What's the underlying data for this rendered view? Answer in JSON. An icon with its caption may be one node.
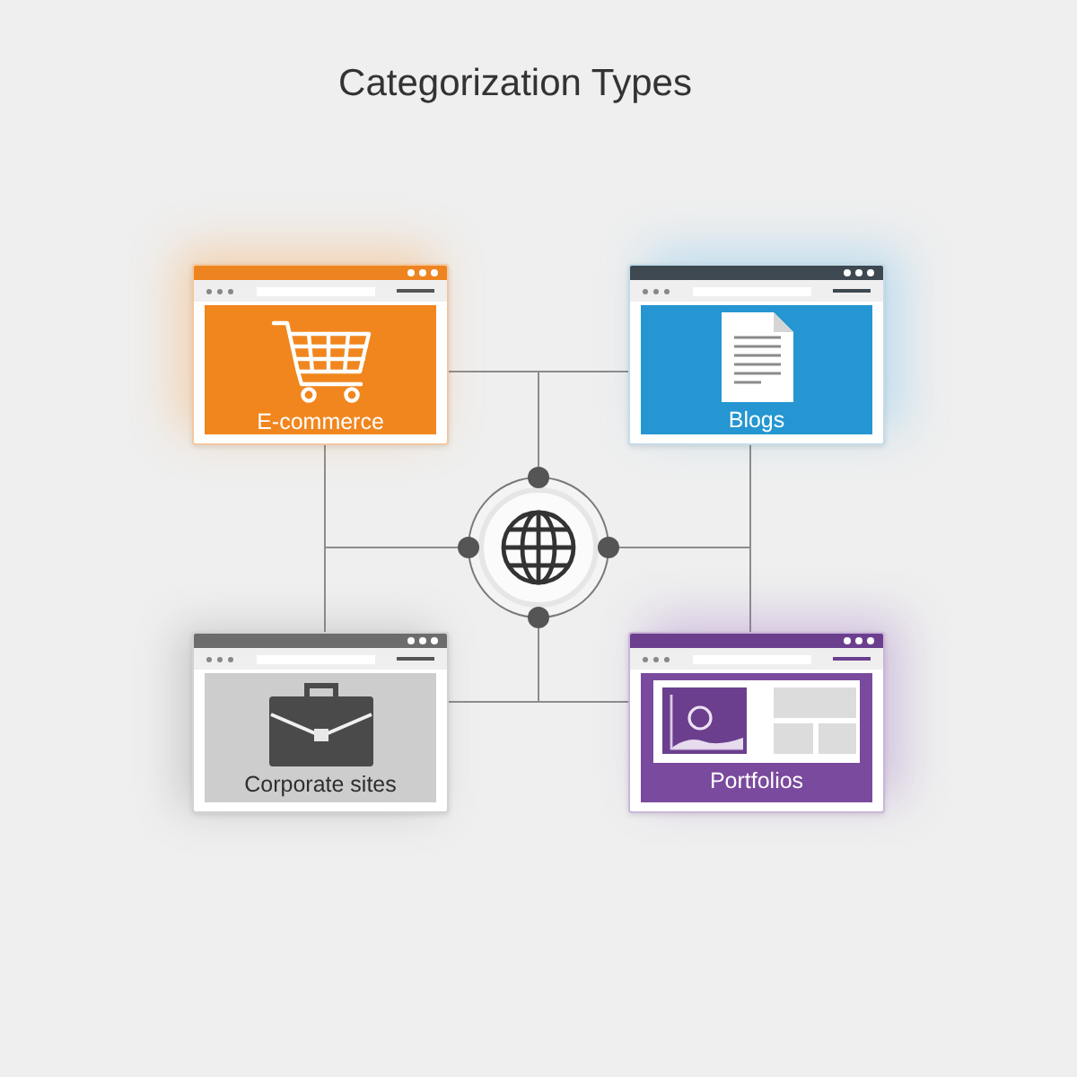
{
  "diagram": {
    "title": "Categorization Types",
    "nodes": [
      {
        "text": [
          "E-commerce"
        ]
      },
      {
        "text": [
          "Blogs"
        ]
      },
      {
        "text": [],
        "shape": "circle"
      },
      {
        "text": [
          "Corporate sites"
        ]
      },
      {
        "text": [
          "Portfolios"
        ]
      }
    ],
    "edges": [
      {
        "from": 0,
        "to": 1,
        "arrow": "none"
      },
      {
        "from": 0,
        "to": 3,
        "arrow": "none"
      },
      {
        "from": 1,
        "to": 4,
        "arrow": "none"
      },
      {
        "from": 3,
        "to": 4,
        "arrow": "none"
      },
      {
        "from": 2,
        "to": 0,
        "arrow": "none"
      },
      {
        "from": 2,
        "to": 1,
        "arrow": "none"
      },
      {
        "from": 2,
        "to": 3,
        "arrow": "none"
      },
      {
        "from": 2,
        "to": 4,
        "arrow": "none"
      }
    ]
  }
}
